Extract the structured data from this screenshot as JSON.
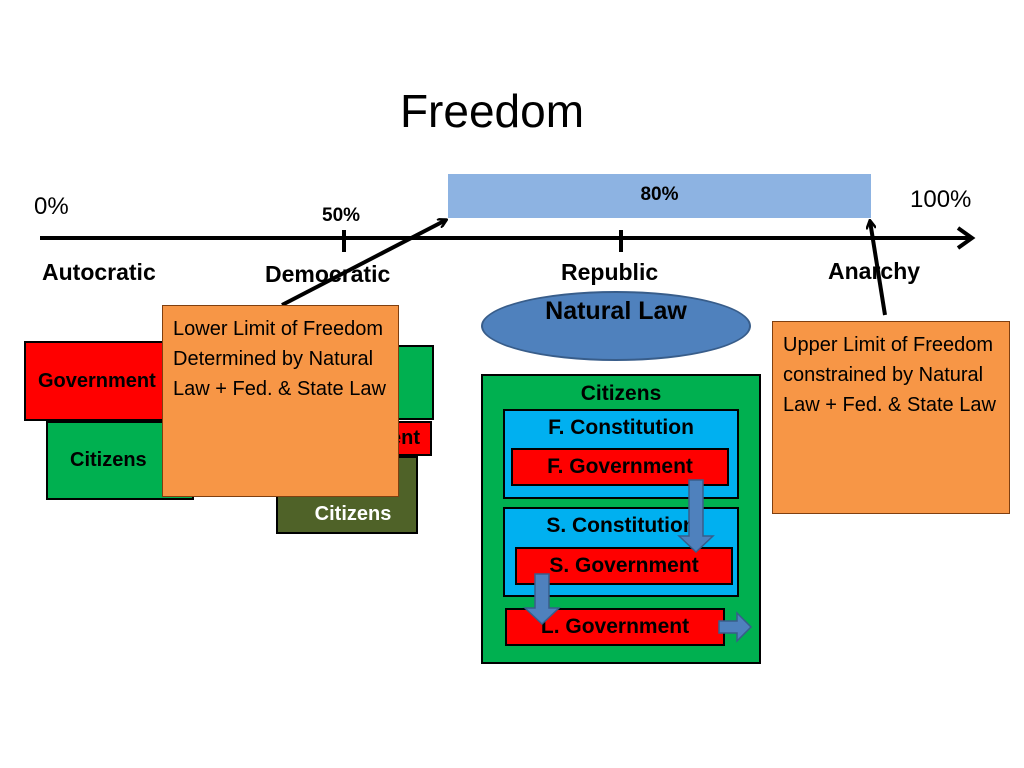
{
  "title": "Freedom",
  "scale": {
    "start_label": "0%",
    "mid_label": "50%",
    "end_label": "100%",
    "range_label": "80%"
  },
  "categories": {
    "autocratic": "Autocratic",
    "democratic": "Democratic",
    "republic": "Republic",
    "anarchy": "Anarchy"
  },
  "autocratic_stack": {
    "government": "Government",
    "citizens": "Citizens"
  },
  "democratic_stack": {
    "government": "Government",
    "citizens": "Citizens"
  },
  "lower_limit_note": "Lower Limit of Freedom Determined by Natural Law + Fed. & State Law",
  "upper_limit_note": "Upper Limit of Freedom constrained by Natural Law + Fed. & State Law",
  "natural_law": "Natural Law",
  "republic_structure": {
    "citizens": "Citizens",
    "federal_constitution": "F. Constitution",
    "federal_government": "F. Government",
    "state_constitution": "S. Constitution",
    "state_government": "S. Government",
    "local_government": "L. Government"
  },
  "colors": {
    "range_bar": "#8db3e2",
    "government": "#ff0000",
    "citizens": "#00b050",
    "note": "#f79646",
    "constitution": "#00b0f0",
    "natural_law": "#4f81bd"
  }
}
